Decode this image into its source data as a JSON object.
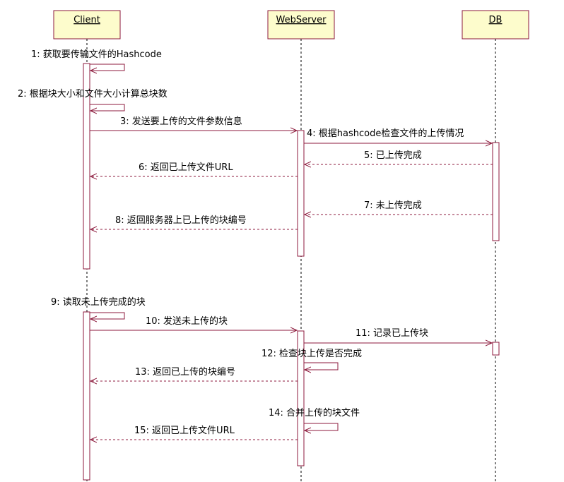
{
  "diagram": {
    "participants": [
      {
        "id": "client",
        "label": "Client"
      },
      {
        "id": "webserver",
        "label": "WebServer"
      },
      {
        "id": "db",
        "label": "DB"
      }
    ],
    "messages": [
      {
        "n": 1,
        "label": "1: 获取要传输文件的Hashcode",
        "from": "client",
        "to": "client",
        "kind": "self"
      },
      {
        "n": 2,
        "label": "2: 根据块大小和文件大小计算总块数",
        "from": "client",
        "to": "client",
        "kind": "self"
      },
      {
        "n": 3,
        "label": "3: 发送要上传的文件参数信息",
        "from": "client",
        "to": "webserver",
        "kind": "call"
      },
      {
        "n": 4,
        "label": "4: 根据hashcode检查文件的上传情况",
        "from": "webserver",
        "to": "db",
        "kind": "call"
      },
      {
        "n": 5,
        "label": "5: 已上传完成",
        "from": "db",
        "to": "webserver",
        "kind": "return"
      },
      {
        "n": 6,
        "label": "6: 返回已上传文件URL",
        "from": "webserver",
        "to": "client",
        "kind": "return"
      },
      {
        "n": 7,
        "label": "7: 未上传完成",
        "from": "db",
        "to": "webserver",
        "kind": "return"
      },
      {
        "n": 8,
        "label": "8: 返回服务器上已上传的块编号",
        "from": "webserver",
        "to": "client",
        "kind": "return"
      },
      {
        "n": 9,
        "label": "9: 读取未上传完成的块",
        "from": "client",
        "to": "client",
        "kind": "self"
      },
      {
        "n": 10,
        "label": "10: 发送未上传的块",
        "from": "client",
        "to": "webserver",
        "kind": "call"
      },
      {
        "n": 11,
        "label": "11: 记录已上传块",
        "from": "webserver",
        "to": "db",
        "kind": "call"
      },
      {
        "n": 12,
        "label": "12: 检查块上传是否完成",
        "from": "webserver",
        "to": "webserver",
        "kind": "self"
      },
      {
        "n": 13,
        "label": "13: 返回已上传的块编号",
        "from": "webserver",
        "to": "client",
        "kind": "return"
      },
      {
        "n": 14,
        "label": "14: 合并上传的块文件",
        "from": "webserver",
        "to": "webserver",
        "kind": "self"
      },
      {
        "n": 15,
        "label": "15: 返回已上传文件URL",
        "from": "webserver",
        "to": "client",
        "kind": "return"
      }
    ],
    "colors": {
      "participant_fill": "#fdfccc",
      "line": "#8c1a3c"
    }
  }
}
